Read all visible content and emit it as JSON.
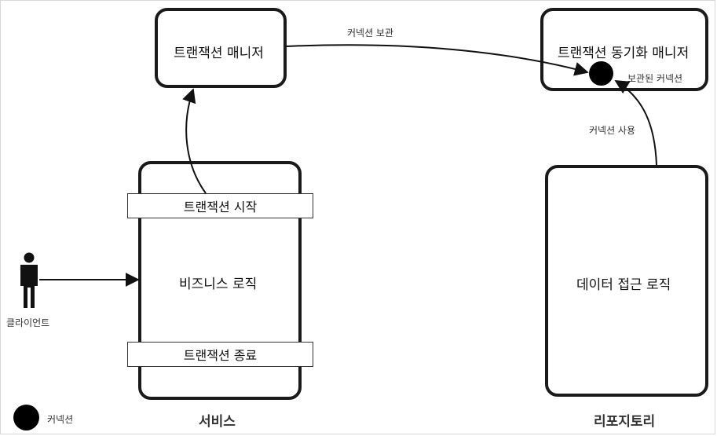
{
  "nodes": {
    "tx_manager": "트랜잭션 매니저",
    "tx_sync_manager": "트랜잭션 동기화 매니저",
    "service_box": {
      "start": "트랜잭션 시작",
      "logic": "비즈니스 로직",
      "end": "트랜잭션 종료",
      "caption": "서비스"
    },
    "repository_box": {
      "logic": "데이터 접근 로직",
      "caption": "리포지토리"
    },
    "client": "클라이언트"
  },
  "edges": {
    "store_connection": "커넥션 보관",
    "stored_connection": "보관된 커넥션",
    "use_connection": "커넥션 사용"
  },
  "legend": {
    "connection": "커넥션"
  }
}
